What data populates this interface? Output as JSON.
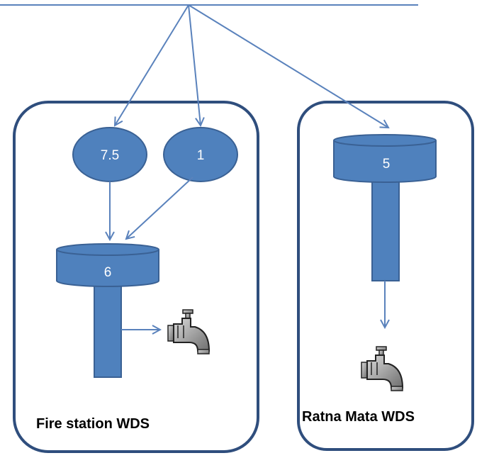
{
  "diagram": {
    "systems": [
      {
        "label": "Fire station WDS"
      },
      {
        "label": "Ratna Mata WDS"
      }
    ],
    "nodes": {
      "source_a": "7.5",
      "source_b": "1",
      "tank_fire_station": "6",
      "tank_ratna_mata": "5"
    },
    "icons": [
      "water-tap-icon",
      "water-tap-icon"
    ],
    "colors": {
      "shape_fill": "#4f81bd",
      "shape_stroke": "#3a6194",
      "edge": "#5a82bc",
      "panel_border": "#2f4e7d"
    }
  }
}
